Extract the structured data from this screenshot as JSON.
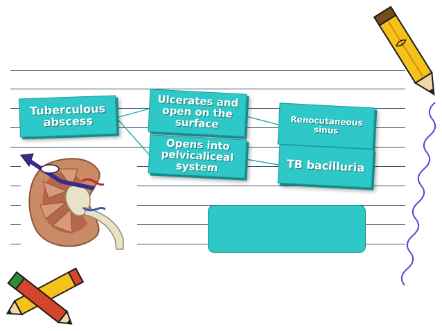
{
  "nodes": {
    "tuberculous_abscess": "Tuberculous abscess",
    "ulcerates": "Ulcerates and open on the surface",
    "opens_into": "Opens into pelvicaliceal system",
    "renocutaneous": "Renocutaneous sinus",
    "tb_bacilluria": "TB bacilluria",
    "empty_box": ""
  },
  "colors": {
    "box_fill": "#2fc8c8",
    "box_text": "#ffffff",
    "rule_lines": "#2e4d6b",
    "connector": "#2aa6a6",
    "squiggle_line": "#6b3fd6"
  },
  "decorations": {
    "top_right": "pencil-icon",
    "bottom_left": "crossed-pencils-icon",
    "image": "kidney-illustration"
  }
}
